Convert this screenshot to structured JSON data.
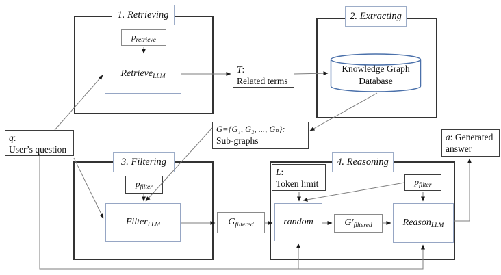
{
  "stages": {
    "retrieving": "1. Retrieving",
    "extracting": "2. Extracting",
    "filtering": "3. Filtering",
    "reasoning": "4. Reasoning"
  },
  "nodes": {
    "p_retrieve": {
      "base": "p",
      "sub": "retrieve"
    },
    "retrieve_llm": {
      "base": "Retrieve",
      "sub": "LLM"
    },
    "related_terms": {
      "var": "T",
      "colon": ":",
      "desc": "Related terms"
    },
    "kg_database": {
      "line1": "Knowledge Graph",
      "line2": "Database"
    },
    "sub_graphs": {
      "line1": "G={G₁, G₂, ..., Gₙ}:",
      "line2": "Sub-graphs"
    },
    "question": {
      "var": "q",
      "colon": ":",
      "desc": "User’s question"
    },
    "p_filter_filtering": {
      "base": "p",
      "sub": "filter"
    },
    "filter_llm": {
      "base": "Filter",
      "sub": "LLM"
    },
    "g_filtered": {
      "base": "G",
      "sub": "filtered"
    },
    "token_limit": {
      "var": "L",
      "colon": ":",
      "desc": "Token limit"
    },
    "p_filter_reasoning": {
      "base": "p",
      "sub": "filter"
    },
    "random": {
      "label": "random"
    },
    "g_prime_filtered": {
      "base": "G'",
      "sub": "filtered"
    },
    "reason_llm": {
      "base": "Reason",
      "sub": "LLM"
    },
    "answer": {
      "var": "a",
      "rest": ": Generated",
      "line2": "answer"
    }
  },
  "colors": {
    "stage_border": "#333333",
    "label_border": "#9dadc8",
    "llm_border": "#96a6c4",
    "cylinder_stroke": "#4a70aa",
    "connector": "#7d7d7d",
    "arrowhead": "#1a1a1a"
  }
}
